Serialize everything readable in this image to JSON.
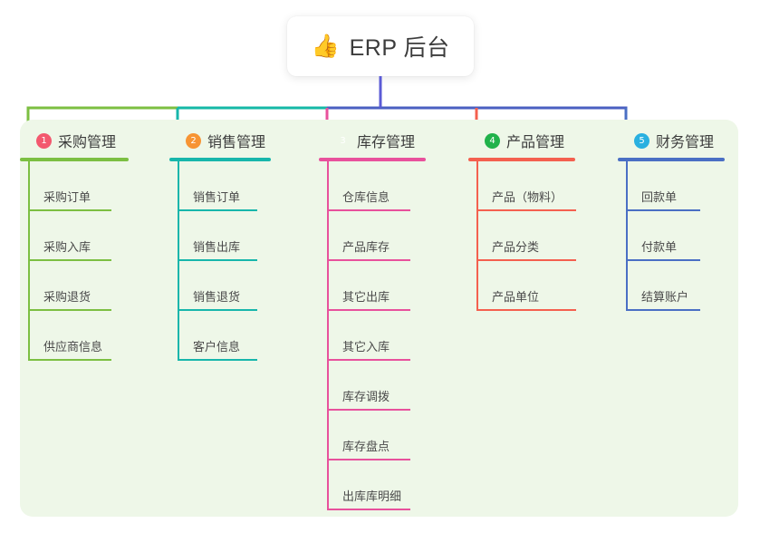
{
  "page": {
    "background": "#ffffff",
    "panel_color": "#eef7e8"
  },
  "root": {
    "icon": "thumbs-up-icon",
    "icon_glyph": "👍",
    "title": "ERP 后台",
    "connector_color": "#5b5bd6"
  },
  "connector_bar": {
    "segments": [
      {
        "name": "segment-1-2",
        "color": "#7cbf42"
      },
      {
        "name": "segment-2-3",
        "color": "#14b8a6"
      },
      {
        "name": "segment-3-5",
        "color": "#4a5fc1"
      }
    ]
  },
  "columns": [
    {
      "index": "1",
      "title": "采购管理",
      "badge_color": "#f3586e",
      "line_color": "#7cbf42",
      "leaves": [
        {
          "label": "采购订单"
        },
        {
          "label": "采购入库"
        },
        {
          "label": "采购退货"
        },
        {
          "label": "供应商信息"
        }
      ]
    },
    {
      "index": "2",
      "title": "销售管理",
      "badge_color": "#f79433",
      "line_color": "#17b6ab",
      "leaves": [
        {
          "label": "销售订单"
        },
        {
          "label": "销售出库"
        },
        {
          "label": "销售退货"
        },
        {
          "label": "客户信息"
        }
      ]
    },
    {
      "index": "3",
      "title": "库存管理",
      "badge_color": "#f5b battle",
      "line_color": "#e8519c",
      "leaves": [
        {
          "label": "仓库信息"
        },
        {
          "label": "产品库存"
        },
        {
          "label": "其它出库"
        },
        {
          "label": "其它入库"
        },
        {
          "label": "库存调拨"
        },
        {
          "label": "库存盘点"
        },
        {
          "label": "出库库明细"
        }
      ]
    },
    {
      "index": "4",
      "title": "产品管理",
      "badge_color": "#21b24b",
      "line_color": "#f4604f",
      "leaves": [
        {
          "label": "产品（物料）"
        },
        {
          "label": "产品分类"
        },
        {
          "label": "产品单位"
        }
      ]
    },
    {
      "index": "5",
      "title": "财务管理",
      "badge_color": "#29b0e0",
      "line_color": "#4a6fc4",
      "leaves": [
        {
          "label": "回款单"
        },
        {
          "label": "付款单"
        },
        {
          "label": "结算账户"
        }
      ]
    }
  ]
}
